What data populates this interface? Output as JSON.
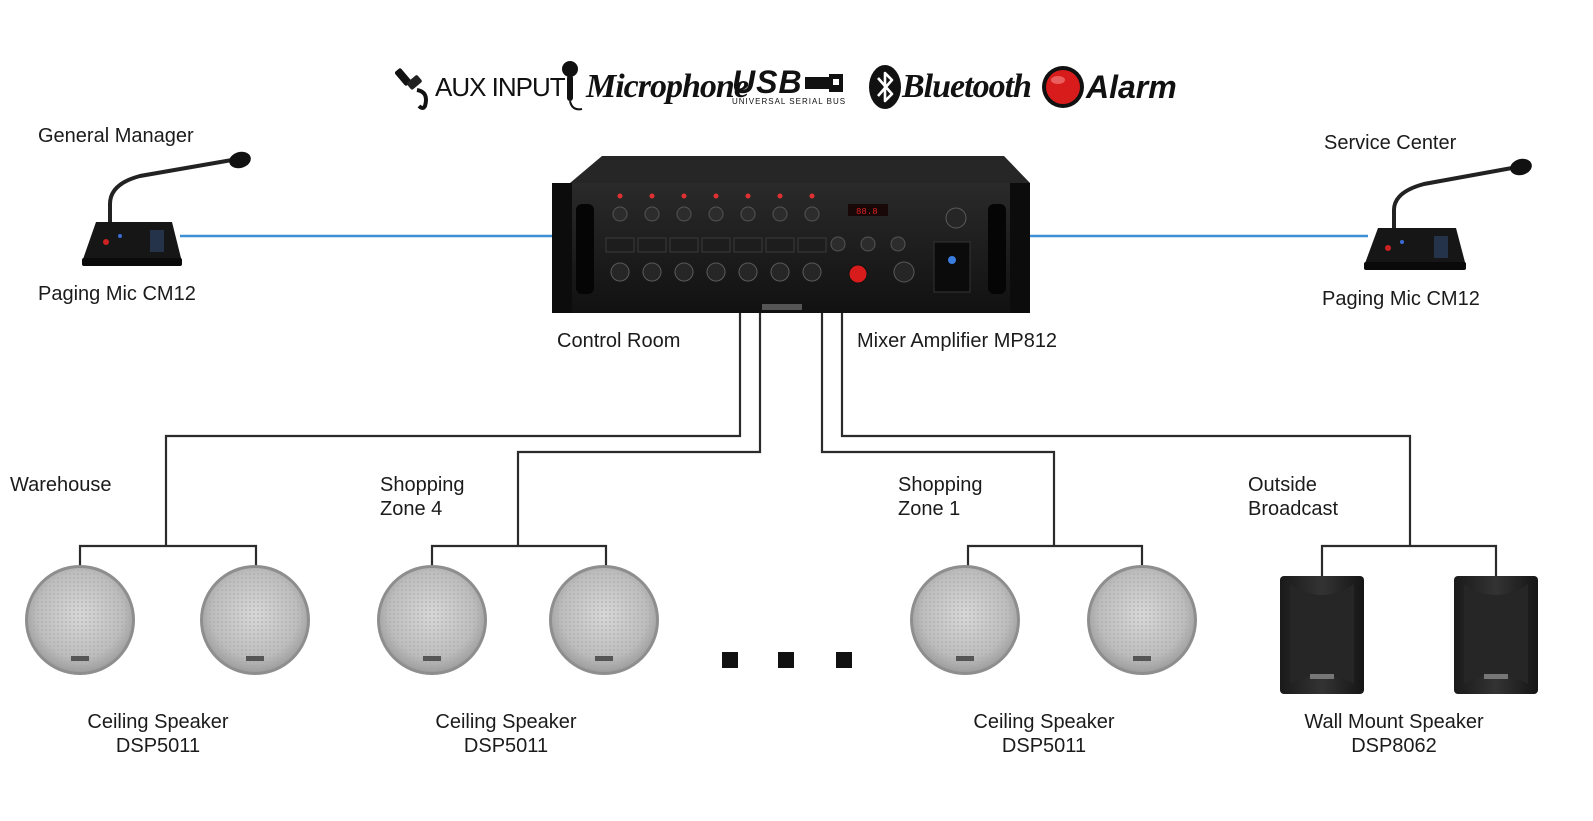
{
  "input_sources": [
    {
      "label": "AUX INPUT",
      "icon": "aux-plug-icon"
    },
    {
      "label": "Microphone",
      "icon": "handheld-microphone-icon"
    },
    {
      "label": "USB",
      "sublabel": "UNIVERSAL SERIAL BUS",
      "icon": "usb-icon"
    },
    {
      "label": "Bluetooth",
      "icon": "bluetooth-icon"
    },
    {
      "label": "Alarm",
      "icon": "alarm-red-dot-icon"
    }
  ],
  "left_mic": {
    "location": "General Manager",
    "model": "Paging Mic CM12"
  },
  "right_mic": {
    "location": "Service Center",
    "model": "Paging Mic CM12"
  },
  "amplifier": {
    "location": "Control Room",
    "model": "Mixer Amplifier MP812"
  },
  "zones": [
    {
      "name_line1": "Warehouse",
      "name_line2": "",
      "speaker_line1": "Ceiling Speaker",
      "speaker_line2": "DSP5011",
      "speaker_type": "ceiling"
    },
    {
      "name_line1": "Shopping",
      "name_line2": "Zone 4",
      "speaker_line1": "Ceiling Speaker",
      "speaker_line2": "DSP5011",
      "speaker_type": "ceiling"
    },
    {
      "name_line1": "Shopping",
      "name_line2": "Zone 1",
      "speaker_line1": "Ceiling Speaker",
      "speaker_line2": "DSP5011",
      "speaker_type": "ceiling"
    },
    {
      "name_line1": "Outside",
      "name_line2": "Broadcast",
      "speaker_line1": "Wall Mount Speaker",
      "speaker_line2": "DSP8062",
      "speaker_type": "wall"
    }
  ],
  "colors": {
    "mic_link": "#3d8fd6",
    "zone_wire": "#2a2a2a",
    "alarm_red": "#d81c1c"
  }
}
